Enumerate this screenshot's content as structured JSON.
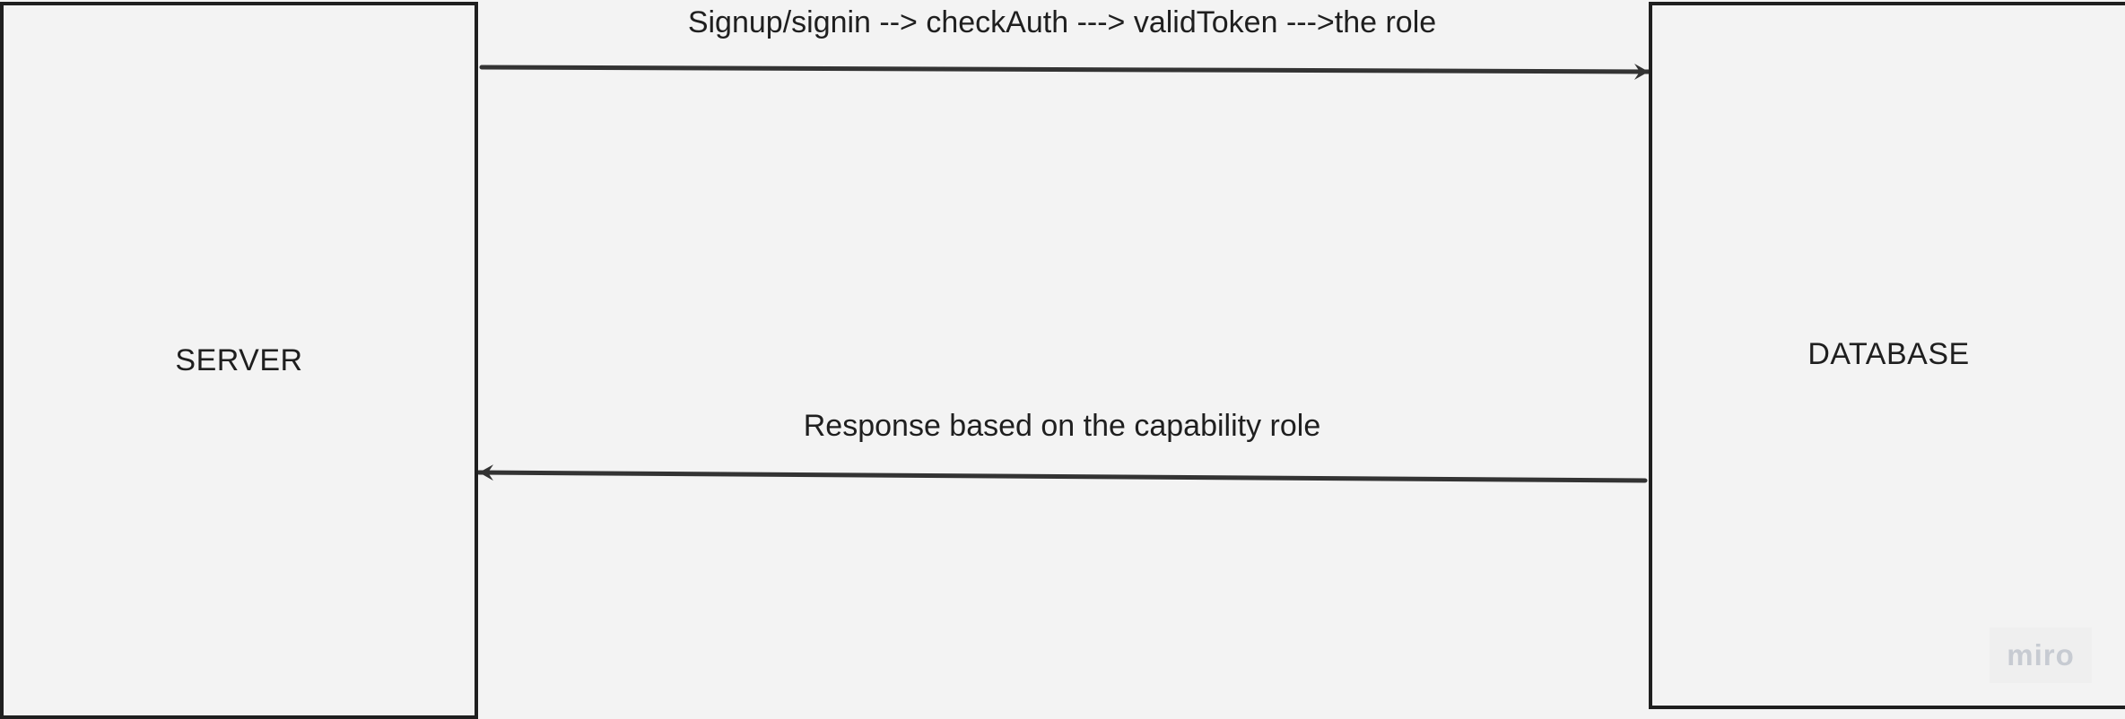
{
  "diagram": {
    "nodes": {
      "server": {
        "label": "SERVER"
      },
      "database": {
        "label": "DATABASE"
      }
    },
    "edges": [
      {
        "id": "forward",
        "from": "server",
        "to": "database",
        "label": "Signup/signin --> checkAuth ---> validToken --->the role"
      },
      {
        "id": "return",
        "from": "database",
        "to": "server",
        "label": "Response based on the capability role"
      }
    ],
    "watermark": "miro",
    "colors": {
      "background": "#f3f3f3",
      "stroke": "#1f1f1f",
      "arrow": "#333333",
      "watermark": "#c7cbd2"
    }
  }
}
